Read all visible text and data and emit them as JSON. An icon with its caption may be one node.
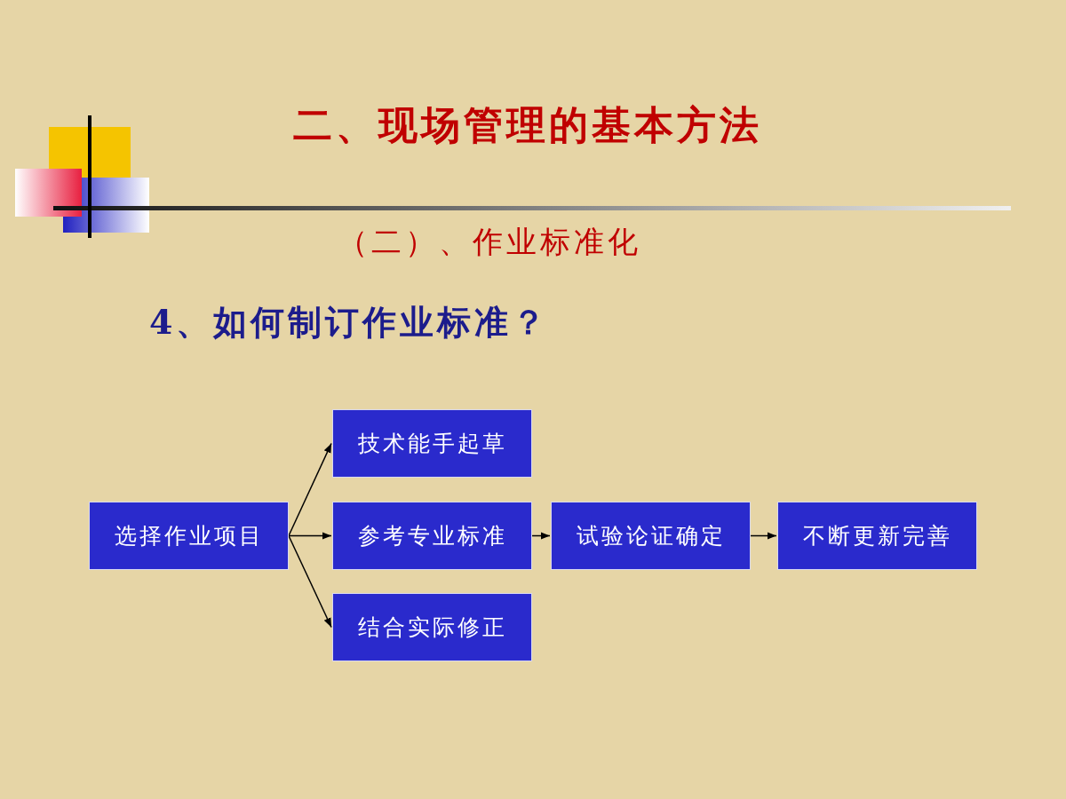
{
  "diagram": {
    "title": "二、现场管理的基本方法",
    "nodes": [
      {
        "text": [
          "选择作业项目"
        ]
      },
      {
        "text": [
          "技术能手起草"
        ]
      },
      {
        "text": [
          "参考专业标准"
        ]
      },
      {
        "text": [
          "结合实际修正"
        ]
      },
      {
        "text": [
          "试验论证确定"
        ]
      },
      {
        "text": [
          "不断更新完善"
        ]
      }
    ],
    "edges": [
      {
        "from": 0,
        "to": 1,
        "arrow": "to"
      },
      {
        "from": 0,
        "to": 2,
        "arrow": "to"
      },
      {
        "from": 0,
        "to": 3,
        "arrow": "to"
      },
      {
        "from": 2,
        "to": 4,
        "arrow": "to"
      },
      {
        "from": 4,
        "to": 5,
        "arrow": "to"
      }
    ],
    "labels": [
      "（二）、作业标准化",
      "4、如何制订作业标准？"
    ]
  }
}
